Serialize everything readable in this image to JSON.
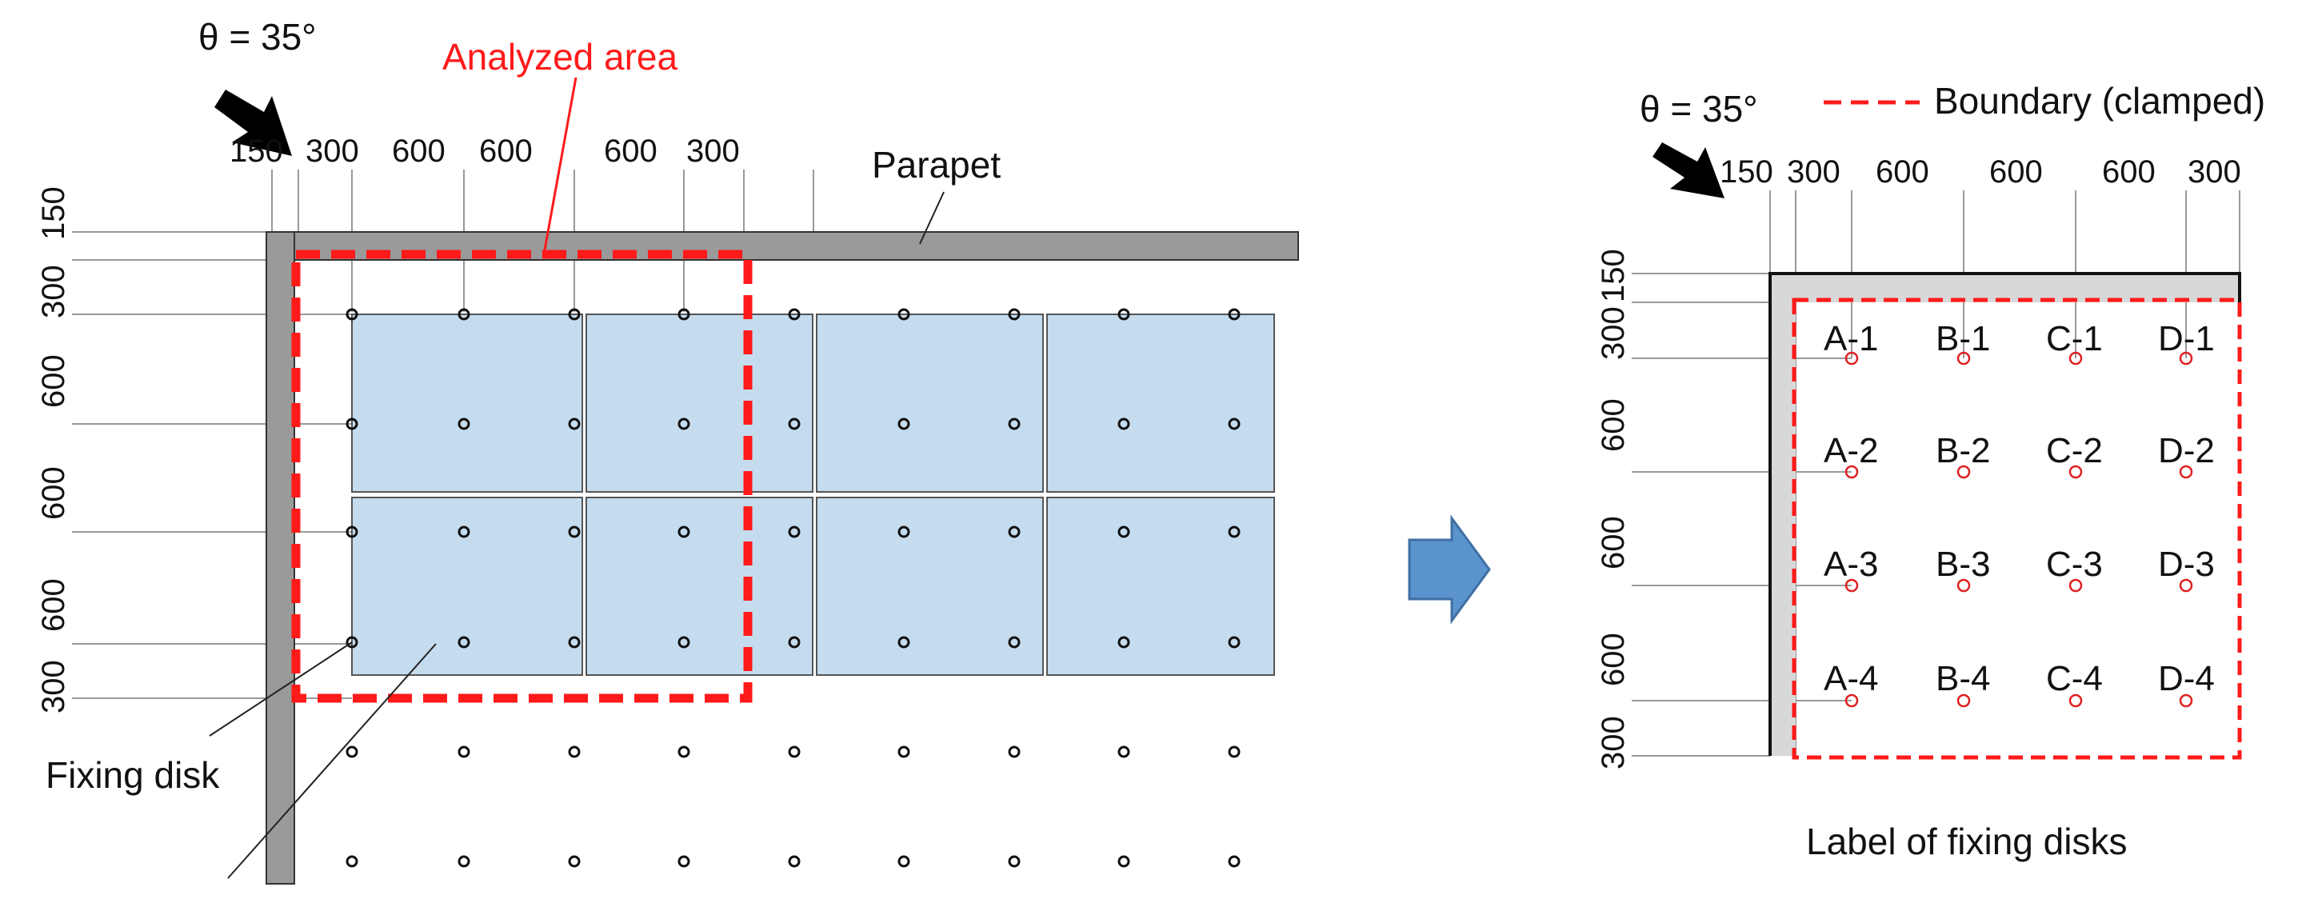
{
  "left_diagram": {
    "angle_label": "θ = 35°",
    "analyzed_area_label": "Analyzed area",
    "parapet_label": "Parapet",
    "fixing_disk_label": "Fixing disk",
    "top_dims": [
      "150",
      "300",
      "600",
      "600",
      "600",
      "300"
    ],
    "left_dims": [
      "150",
      "300",
      "600",
      "600",
      "600",
      "300"
    ]
  },
  "right_diagram": {
    "angle_label": "θ = 35°",
    "legend_label": "Boundary (clamped)",
    "caption": "Label of fixing disks",
    "top_dims": [
      "150",
      "300",
      "600",
      "600",
      "600",
      "300"
    ],
    "left_dims": [
      "150",
      "300",
      "600",
      "600",
      "600",
      "300"
    ],
    "disk_labels": [
      [
        "A-1",
        "B-1",
        "C-1",
        "D-1"
      ],
      [
        "A-2",
        "B-2",
        "C-2",
        "D-2"
      ],
      [
        "A-3",
        "B-3",
        "C-3",
        "D-3"
      ],
      [
        "A-4",
        "B-4",
        "C-4",
        "D-4"
      ]
    ]
  },
  "colors": {
    "panel_fill": "#c5dcef",
    "boundary_red": "#ff1a1a",
    "parapet_gray": "#9a9a9a",
    "arrow_blue": "#5b93cf"
  }
}
